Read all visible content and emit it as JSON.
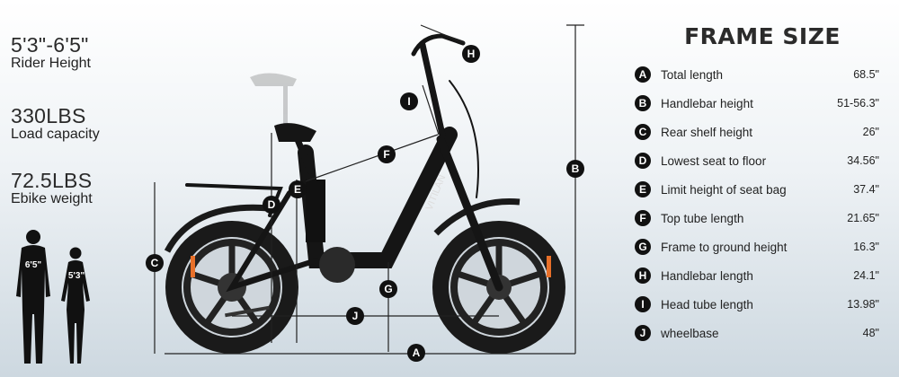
{
  "stats": [
    {
      "value": "5'3\"-6'5\"",
      "label": "Rider Height"
    },
    {
      "value": "330LBS",
      "label": "Load capacity"
    },
    {
      "value": "72.5LBS",
      "label": "Ebike weight"
    }
  ],
  "figures": {
    "man": "6'5\"",
    "woman": "5'3\""
  },
  "brand": "VITILAN",
  "frame": {
    "title": "FRAME SIZE",
    "items": [
      {
        "key": "A",
        "label": "Total length",
        "value": "68.5\""
      },
      {
        "key": "B",
        "label": "Handlebar height",
        "value": "51-56.3\""
      },
      {
        "key": "C",
        "label": "Rear shelf height",
        "value": "26\""
      },
      {
        "key": "D",
        "label": "Lowest seat to floor",
        "value": "34.56\""
      },
      {
        "key": "E",
        "label": "Limit height of seat bag",
        "value": "37.4\""
      },
      {
        "key": "F",
        "label": "Top tube length",
        "value": "21.65\""
      },
      {
        "key": "G",
        "label": "Frame to ground height",
        "value": "16.3\""
      },
      {
        "key": "H",
        "label": "Handlebar length",
        "value": "24.1\""
      },
      {
        "key": "I",
        "label": "Head tube length",
        "value": "13.98\""
      },
      {
        "key": "J",
        "label": "wheelbase",
        "value": "48\""
      }
    ]
  }
}
